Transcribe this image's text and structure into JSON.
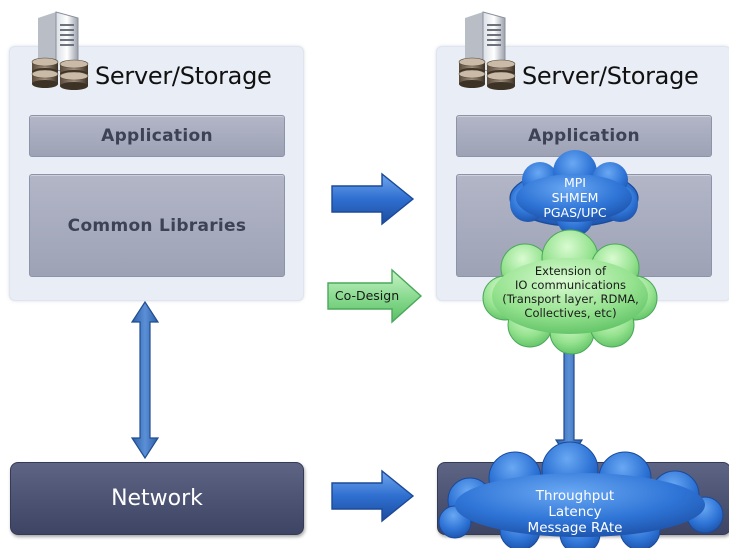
{
  "left": {
    "title": "Server/Storage",
    "application_label": "Application",
    "libraries_label": "Common Libraries"
  },
  "right": {
    "title": "Server/Storage",
    "application_label": "Application"
  },
  "co_design_label": "Co-Design",
  "network_label": "Network",
  "cloud_mpi": [
    "MPI",
    "SHMEM",
    "PGAS/UPC"
  ],
  "cloud_io": [
    "Extension of",
    "IO communications",
    "(Transport layer, RDMA,",
    "Collectives, etc)"
  ],
  "cloud_perf": [
    "Throughput",
    "Latency",
    "Message RAte"
  ],
  "icons": [
    "server-storage-icon"
  ],
  "colors": {
    "blue_arrow": "#2f6fd0",
    "green_arrow": "#7fd38a",
    "blue_cloud": "#2e74d6",
    "green_cloud": "#8fe08a",
    "network_box": "#4a5172",
    "panel": "#e9edf5",
    "bar": "#a6abbd"
  }
}
